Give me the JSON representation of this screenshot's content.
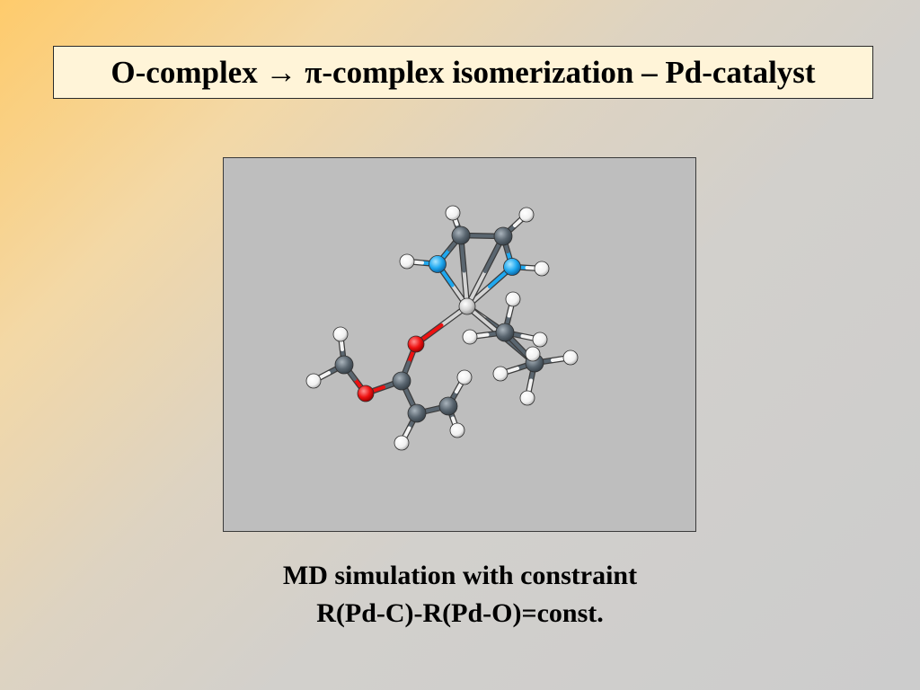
{
  "slide": {
    "title": "O-complex → π-complex isomerization – Pd-catalyst",
    "caption_line1": "MD simulation with constraint",
    "caption_line2": "R(Pd-C)-R(Pd-O)=const."
  },
  "colors": {
    "carbon": "#5a6670",
    "hydrogen": "#f4f4f4",
    "nitrogen": "#1ea8f0",
    "oxygen": "#ee1111",
    "palladium": "#d4d4d4",
    "panel_background": "#bebebe"
  }
}
